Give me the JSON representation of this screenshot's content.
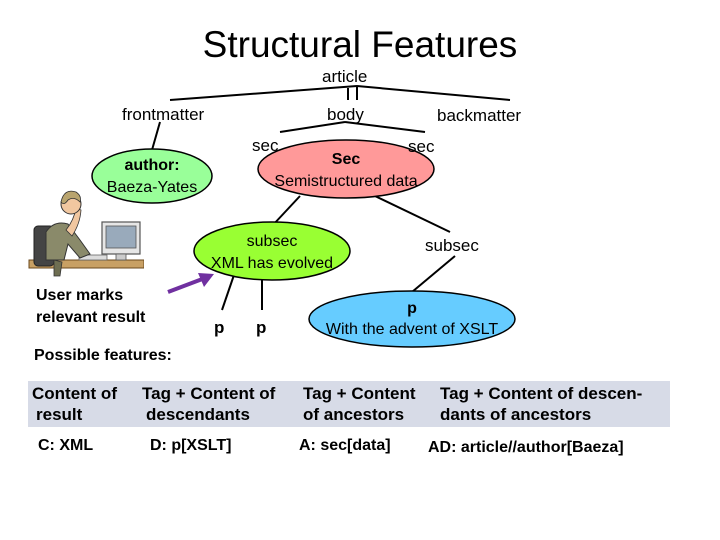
{
  "title": "Structural Features",
  "tree": {
    "article": "article",
    "frontmatter": "frontmatter",
    "body": "body",
    "backmatter": "backmatter",
    "sec_left": "sec",
    "sec_right": "sec",
    "author_line1": "author:",
    "author_line2": "Baeza-Yates",
    "sec_node_line1": "Sec",
    "sec_node_line2": "Semistructured data",
    "subsec_node_line1": "subsec",
    "subsec_node_line2": "XML has evolved",
    "subsec_right": "subsec",
    "p1": "p",
    "p2": "p",
    "p_node_line1": "p",
    "p_node_line2": "With the advent of XSLT"
  },
  "user_marks_line1": "User marks",
  "user_marks_line2": "relevant result",
  "possible_features": "Possible features:",
  "features": [
    {
      "line1": "Content of",
      "line2": "result",
      "example": "C: XML"
    },
    {
      "line1": "Tag + Content of",
      "line2": "descendants",
      "example": "D: p[XSLT]"
    },
    {
      "line1": "Tag + Content",
      "line2": "of ancestors",
      "example": "A: sec[data]"
    },
    {
      "line1": "Tag + Content of descen-",
      "line2": "dants of ancestors",
      "example": "AD: article//author[Baeza]"
    }
  ],
  "colors": {
    "author_fill": "#99ff99",
    "sec_fill": "#ff9999",
    "subsec_fill": "#99ff33",
    "p_fill": "#66ccff",
    "feature_box": "#d7dbe7",
    "arrow": "#7030a0"
  }
}
